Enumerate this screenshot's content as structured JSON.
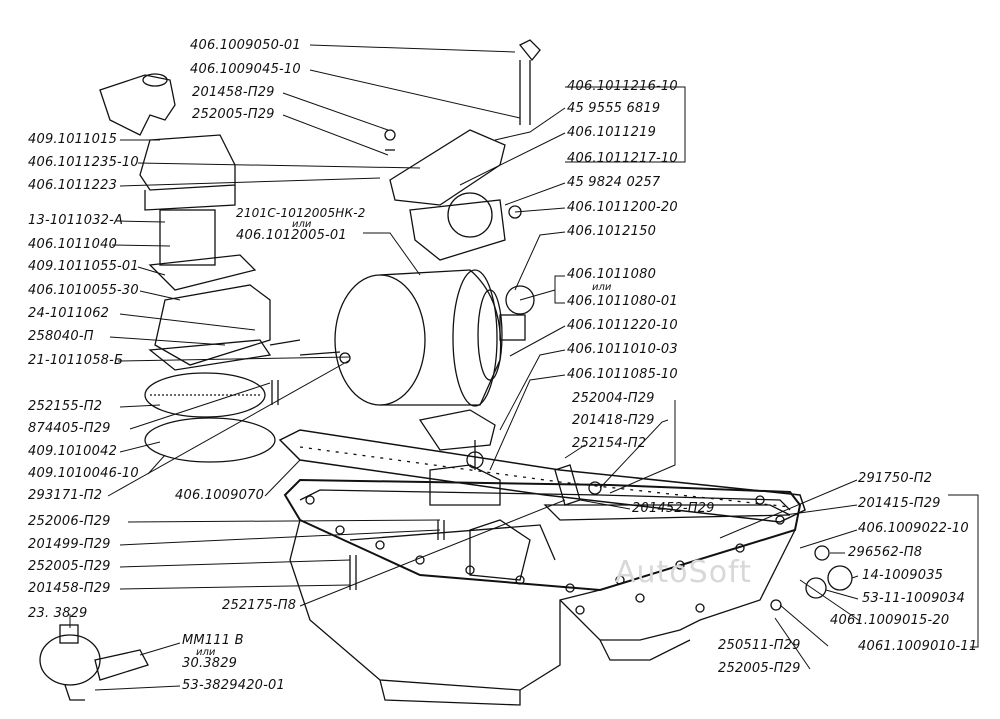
{
  "labels": {
    "l01": "406.1009050-01",
    "l02": "406.1009045-10",
    "l03": "201458-П29",
    "l04": "252005-П29",
    "l05": "409.1011015",
    "l06": "406.1011235-10",
    "l07": "406.1011223",
    "l08": "13-1011032-А",
    "l09": "406.1011040",
    "l10": "409.1011055-01",
    "l11": "406.1010055-30",
    "l12": "24-1011062",
    "l13": "258040-П",
    "l14": "21-1011058-Б",
    "l15": "252155-П2",
    "l16": "874405-П29",
    "l17": "409.1010042",
    "l18": "409.1010046-10",
    "l19": "293171-П2",
    "l20": "406.1009070",
    "l21": "252006-П29",
    "l22": "201499-П29",
    "l23": "252005-П29",
    "l24": "201458-П29",
    "l25": "23. 3829",
    "l26": "ММ111 В",
    "l27": "или",
    "l28": "30.3829",
    "l29": "53-3829420-01",
    "l30": "252175-П8",
    "l31": "2101С-1012005НК-2",
    "l32": "или",
    "l33": "406.1012005-01",
    "r01": "406.1011216-10",
    "r02": "45 9555 6819",
    "r03": "406.1011219",
    "r04": "406.1011217-10",
    "r05": "45 9824 0257",
    "r06": "406.1011200-20",
    "r07": "406.1012150",
    "r08": "406.1011080",
    "r09": "или",
    "r10": "406.1011080-01",
    "r11": "406.1011220-10",
    "r12": "406.1011010-03",
    "r13": "406.1011085-10",
    "r14": "252004-П29",
    "r15": "201418-П29",
    "r16": "252154-П2",
    "r17": "201452-П29",
    "r18": "291750-П2",
    "r19": "201415-П29",
    "r20": "406.1009022-10",
    "r21": "296562-П8",
    "r22": "14-1009035",
    "r23": "53-11-1009034",
    "r24": "4061.1009015-20",
    "r25": "250511-П29",
    "r26": "4061.1009010-11",
    "r27": "252005-П29"
  },
  "watermark": "AutoSoft"
}
